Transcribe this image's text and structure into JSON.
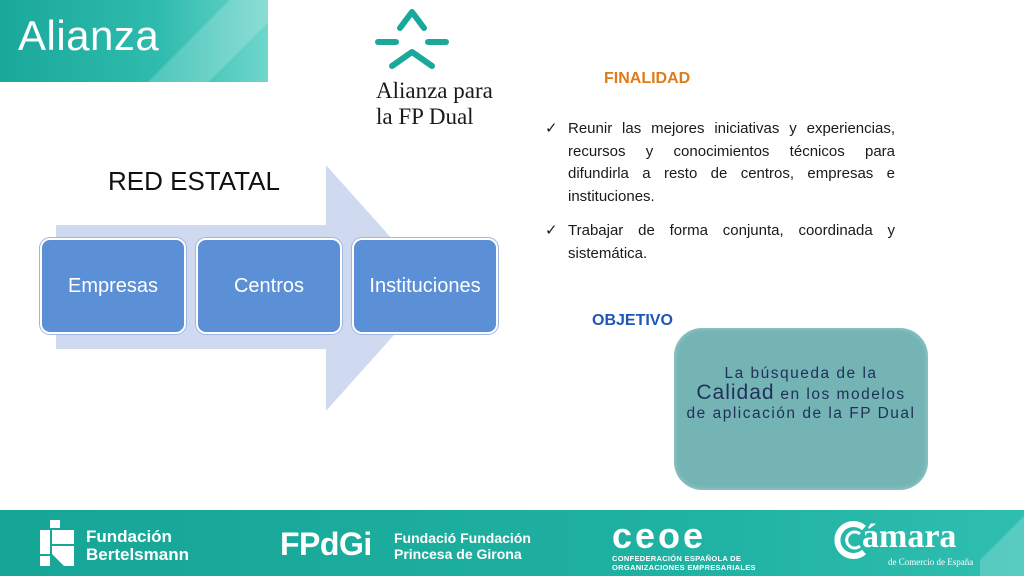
{
  "header": {
    "title": "Alianza"
  },
  "logo": {
    "line1": "Alianza para",
    "line2": "la FP Dual"
  },
  "diagram": {
    "title": "RED ESTATAL",
    "boxes": [
      "Empresas",
      "Centros",
      "Instituciones"
    ]
  },
  "finalidad": {
    "heading": "FINALIDAD",
    "items": [
      "Reunir las mejores iniciativas y experiencias, recursos y conocimientos técnicos para difundirla a resto de centros, empresas e instituciones.",
      "Trabajar de forma conjunta, coordinada y sistemática."
    ]
  },
  "objetivo": {
    "heading": "OBJETIVO",
    "text_before": "La búsqueda de la",
    "text_emphasis": "Calidad",
    "text_after": "en los modelos de aplicación de la FP Dual"
  },
  "footer": {
    "bertelsmann": {
      "line1": "Fundación",
      "line2": "Bertelsmann"
    },
    "fpdgi": {
      "mark": "FPdGi",
      "line1": "Fundació Fundación",
      "line2": "Princesa de Girona"
    },
    "ceoe": {
      "mark": "ceoe",
      "line1": "CONFEDERACIÓN ESPAÑOLA DE",
      "line2": "ORGANIZACIONES EMPRESARIALES"
    },
    "camara": {
      "mark": "ámara",
      "sub": "de Comercio de España"
    }
  },
  "colors": {
    "teal": "#1aa89a",
    "box_blue": "#5b8fd6",
    "arrow": "#cfdaf0",
    "orange": "#e07b1a",
    "blue_heading": "#1d56b8",
    "objective_box": "#74b4b5"
  },
  "icons": [
    "check-icon",
    "alianza-logo-icon"
  ]
}
